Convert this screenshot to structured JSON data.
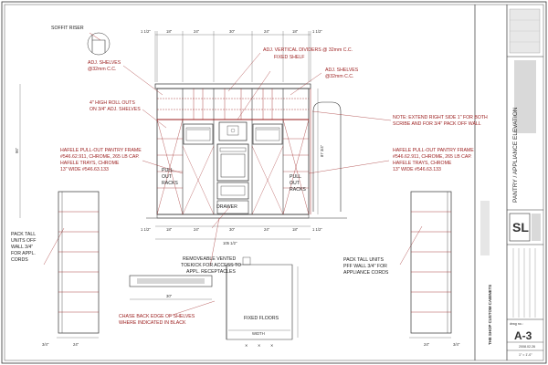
{
  "callouts": {
    "soffit_riser": "SOFFIT RISER",
    "adj_shelves_left_1": "ADJ. SHELVES",
    "adj_shelves_left_2": "@32mm C.C.",
    "adj_vertical_dividers": "ADJ. VERTICAL DIVIDERS @ 32mm C.C.",
    "fixed_shelf": "FIXED SHELF",
    "adj_shelves_right_1": "ADJ. SHELVES",
    "adj_shelves_right_2": "@32mm C.C.",
    "roll_outs_1": "4\" HIGH ROLL OUTS",
    "roll_outs_2": "ON 3/4\" ADJ. SHELVES",
    "note_1": "NOTE: EXTEND RIGHT SIDE 1\" FOR BOTH",
    "note_2": "SCRIBE AND FOR 3/4\" PACK OFF WALL",
    "hafele_left_1": "HAFELE PULL-OUT PANTRY FRAME",
    "hafele_left_2": "#546.62.911, CHROME, 265 LB CAP.",
    "hafele_left_3": "HAFELE TRAYS, CHROME",
    "hafele_left_4": "13\" WIDE #546.63.133",
    "hafele_right_1": "HAFELE PULL-OUT PANTRY FRAME",
    "hafele_right_2": "#546.62.911, CHROME, 265 LB CAP.",
    "hafele_right_3": "HAFELE TRAYS, CHROME",
    "hafele_right_4": "13\" WIDE #546.63.133",
    "pull_out_racks_left": [
      "PULL",
      "OUT",
      "RACKS"
    ],
    "pull_out_racks_right": [
      "PULL",
      "OUT",
      "RACKS"
    ],
    "drawer": "DRAWER",
    "toekick_1": "REMOVEABLE VENTED",
    "toekick_2": "TOEKICK FOR ACCESS TO",
    "toekick_3": "APPL. RECEPTACLES",
    "pack_left": [
      "PACK TALL",
      "UNITS OFF",
      "WALL 3/4\"",
      "FOR APPL.",
      "CORDS"
    ],
    "pack_right_1": "PACK TALL UNITS",
    "pack_right_2": "PFF WALL 3/4\" FOR",
    "pack_right_3": "APPLIANCE CORDS",
    "chase_1": "CHASE BACK EDGE OF SHELVES",
    "chase_2": "WHERE INDICATED IN BLACK",
    "fixed_floors": "FIXED FLOORS",
    "width_label": "WIDTH"
  },
  "dimensions": {
    "top": [
      "1 1/2\"",
      "18\"",
      "24\"",
      "30\"",
      "24\"",
      "18\"",
      "1 1/2\""
    ],
    "bottom": [
      "1 1/2\"",
      "18\"",
      "24\"",
      "30\"",
      "24\"",
      "18\"",
      "1 1/2\""
    ],
    "overall": "105 1/2\"",
    "height_left": "96\"",
    "height_right": "87 3/4\"",
    "left_section_base": [
      "3/4\"",
      "24\""
    ],
    "right_section_base": [
      "24\"",
      "3/4\""
    ],
    "toekick_width": "30\""
  },
  "title_block": {
    "sheet_title": "PANTRY / APPLIANCE ELEVATION",
    "company": "THE SHOP CUSTOM CABINETS",
    "drawing_no_label": "drwg no.:",
    "sheet_number": "A-3",
    "date": "2008.02.26",
    "scale": "1\" = 1'-0\""
  }
}
